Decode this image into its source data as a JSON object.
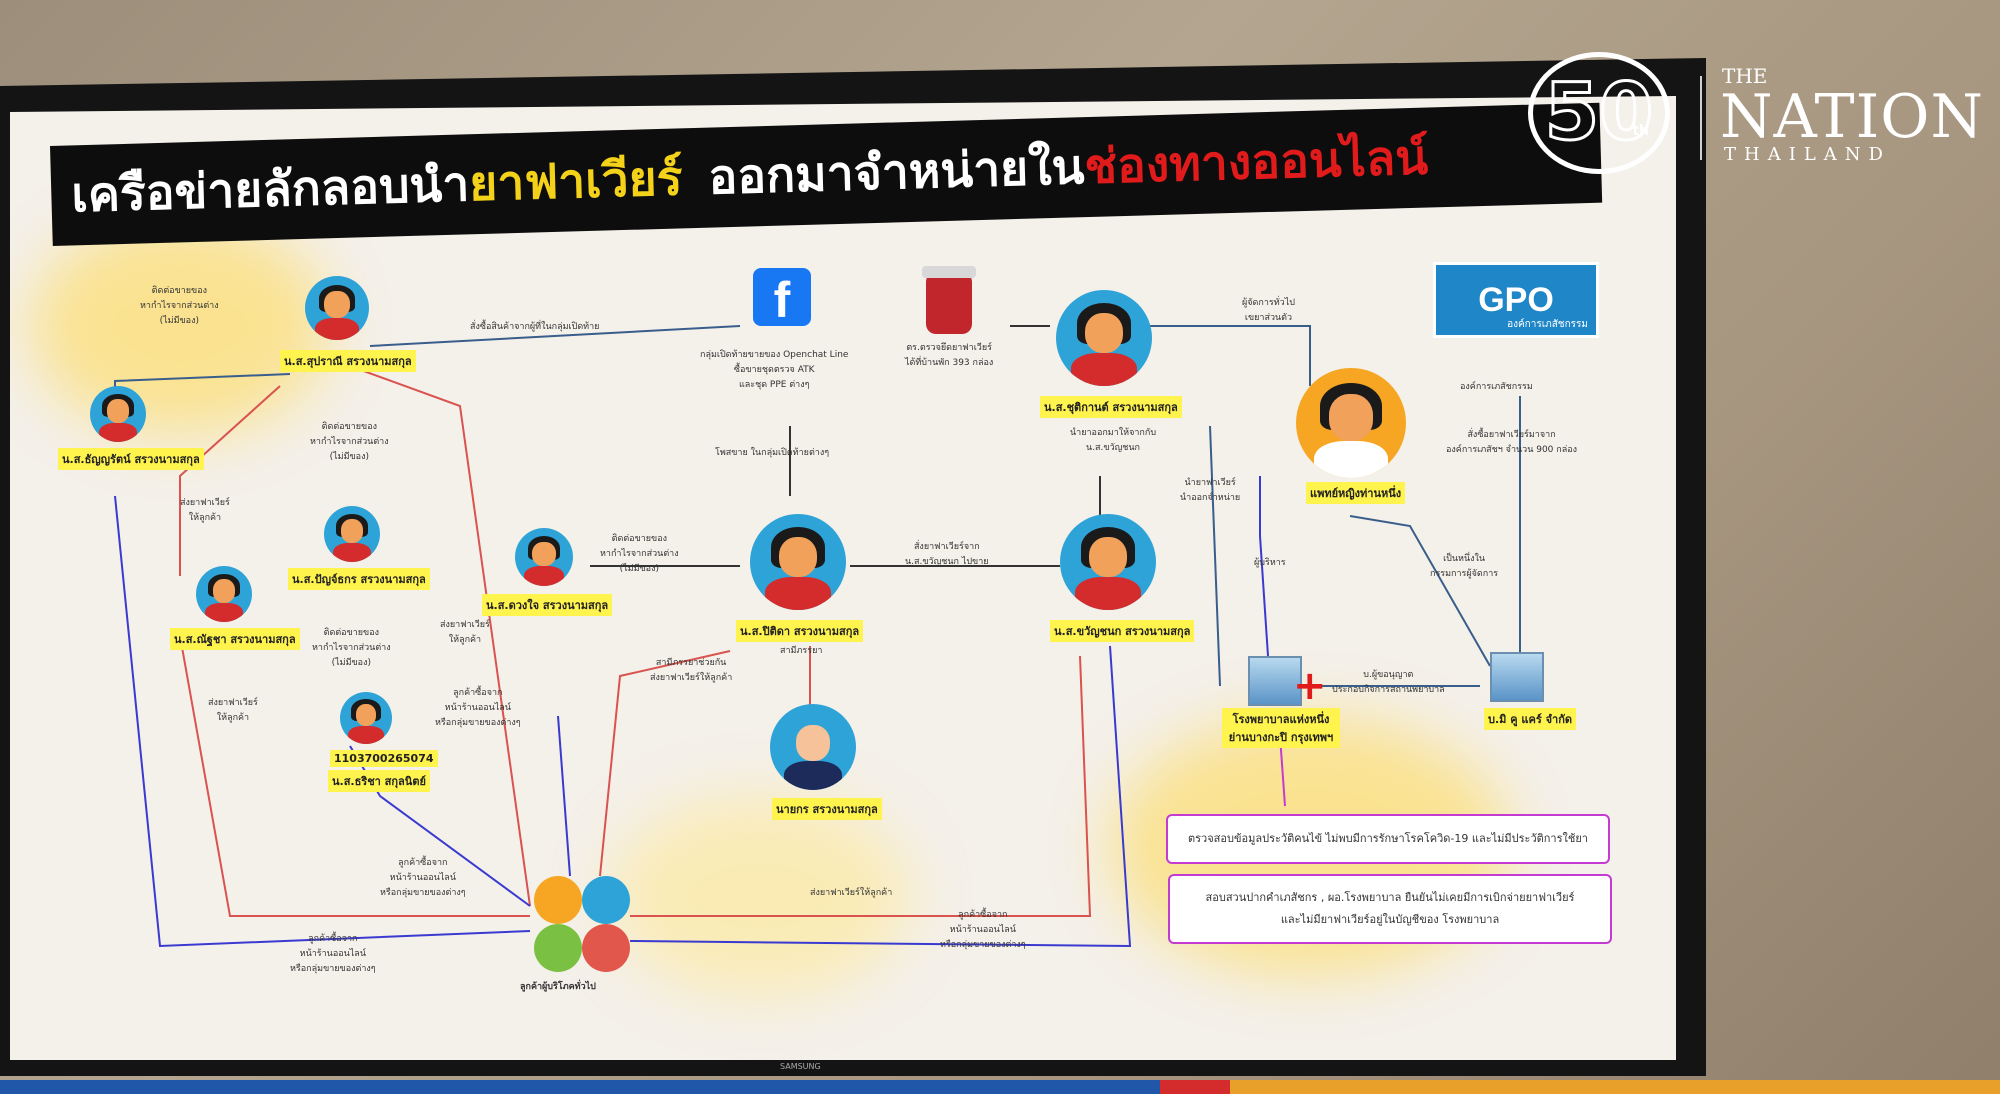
{
  "title": {
    "part1": "เครือข่ายลักลอบนำ",
    "part2": "ยาฟาเวียร์",
    "part3": "ออกมาจำหน่ายใน",
    "part4": "ช่องทางออนไลน์"
  },
  "watermark": {
    "number": "50",
    "suffix": "th",
    "the": "THE",
    "nation": "NATION",
    "country": "THAILAND"
  },
  "gpo": {
    "name": "GPO",
    "sub": "องค์การเภสัชกรรม"
  },
  "people": {
    "p1": "น.ส.สุปราณี สรวงนามสกุล",
    "p2": "น.ส.ธัญญรัตน์ สรวงนามสกุล",
    "p3": "น.ส.ปัญจ์ธกร สรวงนามสกุล",
    "p4": "น.ส.ณัฐชา สรวงนามสกุล",
    "p5_id": "1103700265074",
    "p5": "น.ส.ธริชา สกุลนิตย์",
    "p6": "น.ส.ดวงใจ สรวงนามสกุล",
    "p7": "น.ส.ปิติดา สรวงนามสกุล",
    "p8": "นายกร สรวงนามสกุล",
    "p9": "น.ส.ชุติกานต์ สรวงนามสกุล",
    "p10": "น.ส.ขวัญชนก สรวงนามสกุล",
    "doctor": "แพทย์หญิงท่านหนึ่ง",
    "hospital": "โรงพยาบาลแห่งหนึ่ง ย่านบางกะปิ กรุงเทพฯ",
    "company": "บ.มิ คู แคร์ จำกัด",
    "buyers": "ลูกค้าผู้บริโภคทั่วไป"
  },
  "notes": {
    "fb1": "กลุ่มเปิดท้ายขายของ Openchat Line",
    "fb2": "ซื้อขายชุดตรวจ ATK",
    "fb3": "และชุด PPE ต่างๆ",
    "fb_in": "โพสขาย ในกลุ่มเปิดท้ายต่างๆ",
    "order": "สั่งซื้อสินค้าจากผู้ที่ในกลุ่มเปิดท้าย",
    "pill1": "ตร.ตรวจยึดยาฟาเวียร์",
    "pill2": "ได้ที่บ้านพัก 393 กล่อง",
    "sold_left1": "ติดต่อขายของ",
    "sold_left2": "หากำไรจากส่วนต่าง",
    "sold_left3": "(ไม่มีของ)",
    "send1": "ส่งยาฟาเวียร์",
    "send2": "ให้ลูกค้า",
    "buy1": "ลูกค้าซื้อจาก",
    "buy2": "หน้าร้านออนไลน์",
    "buy3": "หรือกลุ่มขายของต่างๆ",
    "buy_from": "สั่งยาฟาเวียร์จาก",
    "buy_from2": "น.ส.ขวัญชนก ไปขาย",
    "husband": "สามีภรรยา",
    "husband2": "สามีภรรยาช่วยกัน",
    "husband3": "ส่งยาฟาเวียร์ให้ลูกค้า",
    "doc_take1": "ผู้จัดการทั่วไป",
    "doc_take2": "เขยาส่วนตัว",
    "doc_take3": "นำออกจำหน่าย",
    "doc_take4": "นำยาฟาเวียร์",
    "doc_take5": "นำยาออกมาให้จากกับ",
    "doc_take6": "น.ส.ขวัญชนก",
    "exec": "ผู้บริหาร",
    "committee1": "เป็นหนึ่งใน",
    "committee2": "กรรมการผู้จัดการ",
    "gpo1": "องค์การเภสัชกรรม",
    "gpo2": "สั่งซื้อยาฟาเวียร์มาจาก",
    "gpo3": "องค์การเภสัชฯ จำนวน 900 กล่อง",
    "license1": "บ.ผู้ขอนุญาต",
    "license2": "ประกอบกิจการสถานพยาบาล",
    "send_buyer": "ส่งยาฟาเวียร์ให้ลูกค้า"
  },
  "boxes": {
    "box1": "ตรวจสอบข้อมูลประวัติคนไข้ ไม่พบมีการรักษาโรคโควิด-19 และไม่มีประวัติการใช้ยา",
    "box2a": "สอบสวนปากคำเภสัชกร , ผอ.โรงพยาบาล ยืนยันไม่เคยมีการเบิกจ่ายยาฟาเวียร์",
    "box2b": "และไม่มียาฟาเวียร์อยู่ในบัญชีของ โรงพยาบาล"
  },
  "monitor_brand": "SAMSUNG",
  "colors": {
    "red_line": "#d9534f",
    "blue_line": "#3a3ad0",
    "yellow_label": "#fff34d",
    "box_border": "#c43bd1"
  }
}
